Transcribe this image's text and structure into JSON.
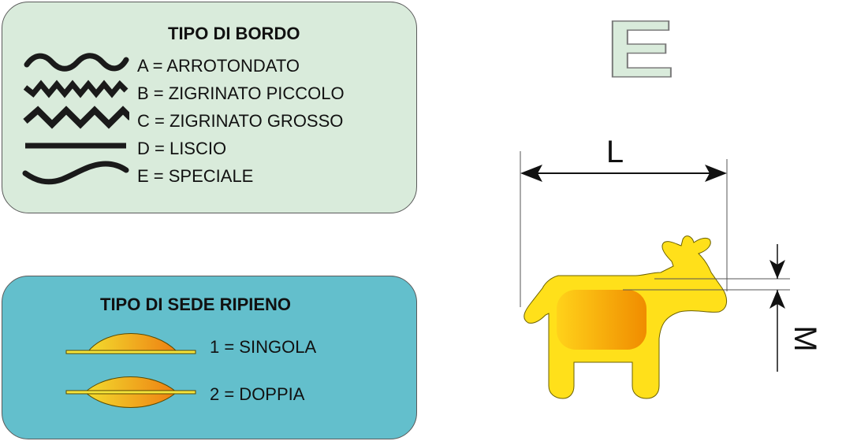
{
  "bordo": {
    "title": "TIPO DI BORDO",
    "items": [
      {
        "label": "A = ARROTONDATO",
        "icon": "rounded-wave-icon"
      },
      {
        "label": "B = ZIGRINATO PICCOLO",
        "icon": "small-zigzag-icon"
      },
      {
        "label": "C = ZIGRINATO GROSSO",
        "icon": "large-zigzag-icon"
      },
      {
        "label": "D = LISCIO",
        "icon": "straight-line-icon"
      },
      {
        "label": "E = SPECIALE",
        "icon": "s-curve-icon"
      }
    ]
  },
  "sede": {
    "title": "TIPO DI SEDE RIPIENO",
    "items": [
      {
        "label": "1 = SINGOLA",
        "icon": "single-seat-icon"
      },
      {
        "label": "2 = DOPPIA",
        "icon": "double-seat-icon"
      }
    ]
  },
  "edge_code": "E",
  "dimensions": {
    "length": "L",
    "margin": "M"
  },
  "colors": {
    "bordo_panel": "#d9ebdb",
    "sede_panel": "#63bfcc",
    "shape_fill": "#ffe01a",
    "filling_start": "#ffd21a",
    "filling_end": "#f08c00"
  }
}
